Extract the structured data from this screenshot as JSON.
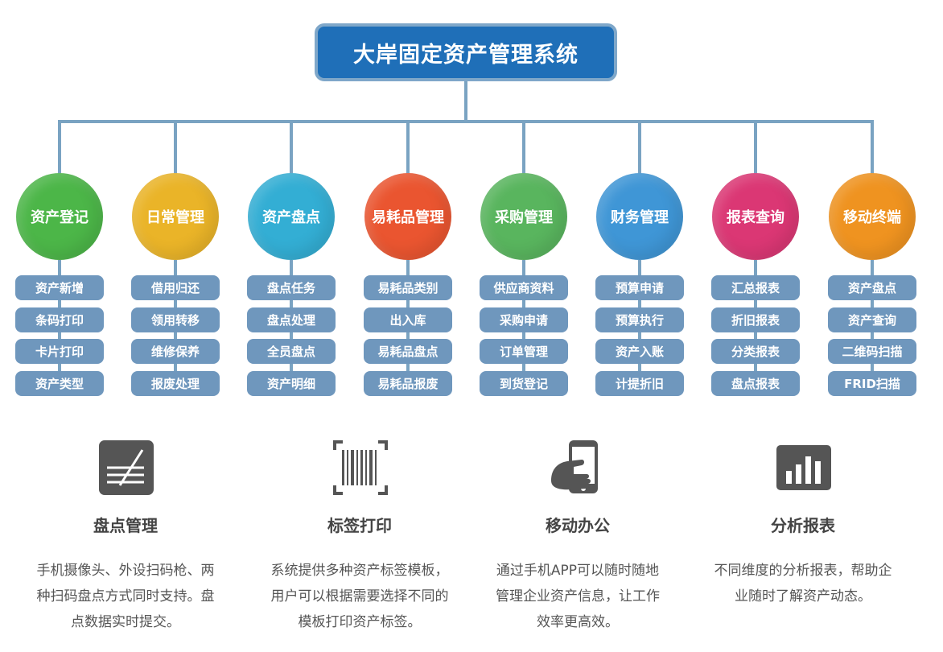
{
  "title": "大岸固定资产管理系统",
  "colors": {
    "title_bg": "#1f6fb8",
    "title_border": "#7fa7c9",
    "connector": "#7aa3c2",
    "pill_bg": "#6f97bd",
    "icon_gray": "#555555"
  },
  "modules": [
    {
      "name": "资产登记",
      "color": "#4cb648",
      "items": [
        "资产新增",
        "条码打印",
        "卡片打印",
        "资产类型"
      ]
    },
    {
      "name": "日常管理",
      "color": "#eab428",
      "items": [
        "借用归还",
        "领用转移",
        "维修保养",
        "报废处理"
      ]
    },
    {
      "name": "资产盘点",
      "color": "#33aed4",
      "items": [
        "盘点任务",
        "盘点处理",
        "全员盘点",
        "资产明细"
      ]
    },
    {
      "name": "易耗品管理",
      "color": "#ea5530",
      "items": [
        "易耗品类别",
        "出入库",
        "易耗品盘点",
        "易耗品报废"
      ]
    },
    {
      "name": "采购管理",
      "color": "#59b55e",
      "items": [
        "供应商资料",
        "采购申请",
        "订单管理",
        "到货登记"
      ]
    },
    {
      "name": "财务管理",
      "color": "#3f96d6",
      "items": [
        "预算申请",
        "预算执行",
        "资产入账",
        "计提折旧"
      ]
    },
    {
      "name": "报表查询",
      "color": "#db3774",
      "items": [
        "汇总报表",
        "折旧报表",
        "分类报表",
        "盘点报表"
      ]
    },
    {
      "name": "移动终端",
      "color": "#ef9320",
      "items": [
        "资产盘点",
        "资产查询",
        "二维码扫描",
        "FRID扫描"
      ]
    }
  ],
  "features": [
    {
      "icon": "inventory-icon",
      "title": "盘点管理",
      "lines": [
        "手机摄像头、外设扫码枪、两",
        "种扫码盘点方式同时支持。盘",
        "点数据实时提交。"
      ]
    },
    {
      "icon": "barcode-icon",
      "title": "标签打印",
      "lines": [
        "系统提供多种资产标签模板，",
        "用户可以根据需要选择不同的",
        "模板打印资产标签。"
      ]
    },
    {
      "icon": "mobile-hand-icon",
      "title": "移动办公",
      "lines": [
        "通过手机APP可以随时随地",
        "管理企业资产信息，让工作",
        "效率更高效。"
      ]
    },
    {
      "icon": "bar-chart-icon",
      "title": "分析报表",
      "lines": [
        "不同维度的分析报表，帮助企",
        "业随时了解资产动态。"
      ]
    }
  ]
}
